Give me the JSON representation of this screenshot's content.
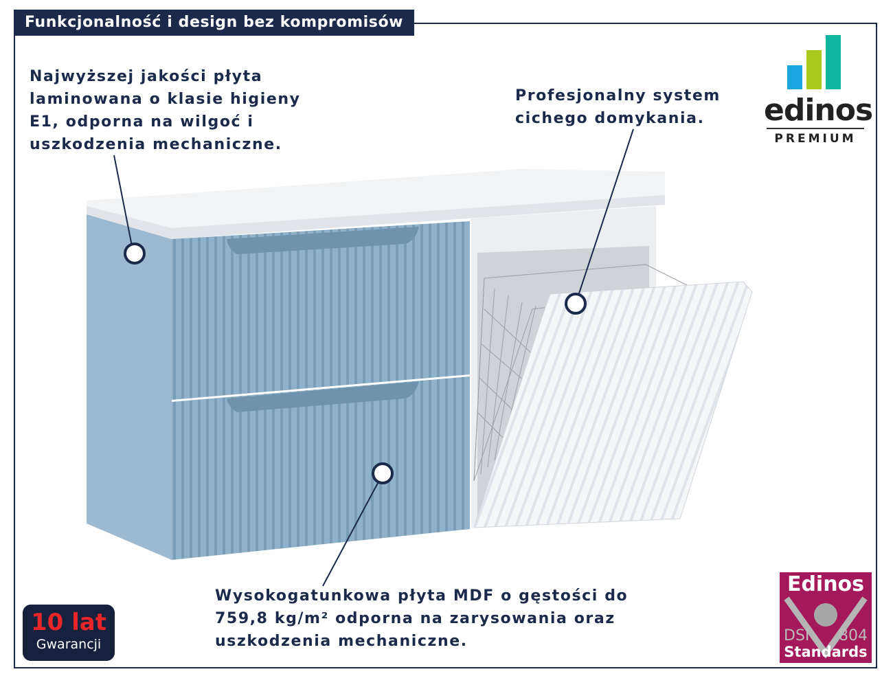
{
  "title": "Funkcjonalność i design bez kompromisów",
  "notes": {
    "top_left": [
      "Najwyższej jakości płyta",
      "laminowana o klasie higieny",
      "E1, odporna na wilgoć i",
      "uszkodzenia mechaniczne."
    ],
    "top_right": [
      "Profesjonalny system",
      "cichego domykania."
    ],
    "bottom": [
      "Wysokogatunkowa płyta MDF o gęstości do",
      "759,8 kg/m² odporna na zarysowania oraz",
      "uszkodzenia mechaniczne."
    ]
  },
  "brand_logo": {
    "word": "edinos",
    "sub": "PREMIUM",
    "bar_colors": [
      "#1aa7e0",
      "#a9c91f",
      "#10b59e"
    ]
  },
  "warranty": {
    "big": "10 lat",
    "small": "Gwarancji"
  },
  "standards": {
    "top": "Edinos",
    "left": "DSI",
    "right": "804",
    "bottom": "Standards",
    "color": "#a3195b"
  }
}
